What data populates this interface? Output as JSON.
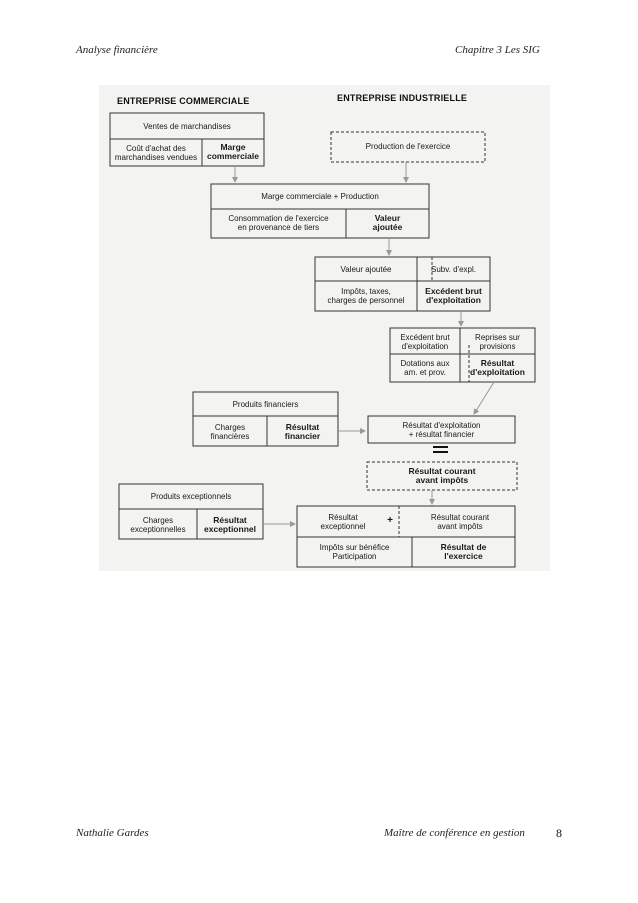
{
  "header": {
    "left": "Analyse financière",
    "right": "Chapitre 3 Les SIG"
  },
  "footer": {
    "left": "Nathalie Gardes",
    "right": "Maître de conférence en gestion",
    "page": "8"
  },
  "figure": {
    "commercial_title": "ENTREPRISE COMMERCIALE",
    "industrial_title": "ENTREPRISE INDUSTRIELLE",
    "ventes": "Ventes de marchandises",
    "cout_achat": "Coût d'achat des\nmarchandises vendues",
    "marge": "Marge\ncommerciale",
    "production": "Production de l'exercice",
    "marge_production": "Marge commerciale + Production",
    "consommation": "Consommation de l'exercice\nen provenance de tiers",
    "valeur_ajoutee_result": "Valeur\najoutée",
    "valeur_ajoutee": "Valeur ajoutée",
    "subv": "Subv. d'expl.",
    "impots": "Impôts, taxes,\ncharges de personnel",
    "ebe_result": "Excédent brut\nd'exploitation",
    "ebe": "Excédent brut\nd'exploitation",
    "reprises": "Reprises sur\nprovisions",
    "dotations": "Dotations aux\nam. et prov.",
    "rex_result": "Résultat\nd'exploitation",
    "produits_fin": "Produits financiers",
    "charges_fin": "Charges\nfinancières",
    "rfin_result": "Résultat\nfinancier",
    "rex_plus_rfin": "Résultat d'exploitation\n+ résultat financier",
    "equals": "=",
    "rcai": "Résultat courant\navant impôts",
    "produits_exc": "Produits exceptionnels",
    "charges_exc": "Charges\nexceptionnelles",
    "rexc_result": "Résultat\nexceptionnel",
    "rexc": "Résultat\nexceptionnel",
    "plus": "+",
    "rcai2": "Résultat courant\navant impôts",
    "impots_benef": "Impôts sur bénéfice\nParticipation",
    "resultat_exercice": "Résultat de\nl'exercice"
  }
}
